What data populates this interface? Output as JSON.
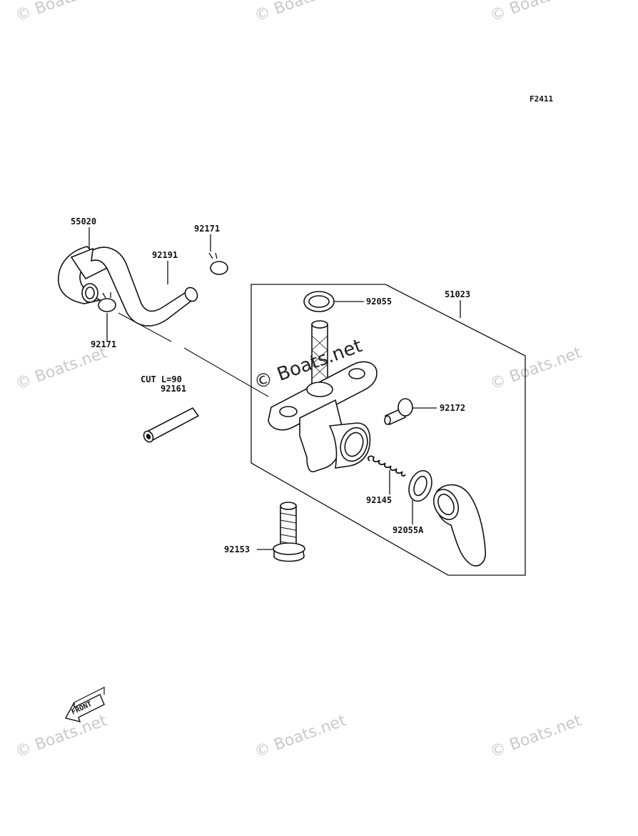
{
  "diagram_code": "F2411",
  "watermark_text": "© Boats.net",
  "front_marker": "FRONT",
  "cut_note": "CUT L=90",
  "parts": {
    "hose": "55020",
    "clip_upper": "92171",
    "pipe": "92191",
    "clip_lower": "92171",
    "o_ring": "92055",
    "cock_assy": "51023",
    "pipe_cut": "92161",
    "screw_small": "92172",
    "spring": "92145",
    "o_ring_a": "92055A",
    "bolt": "92153"
  }
}
